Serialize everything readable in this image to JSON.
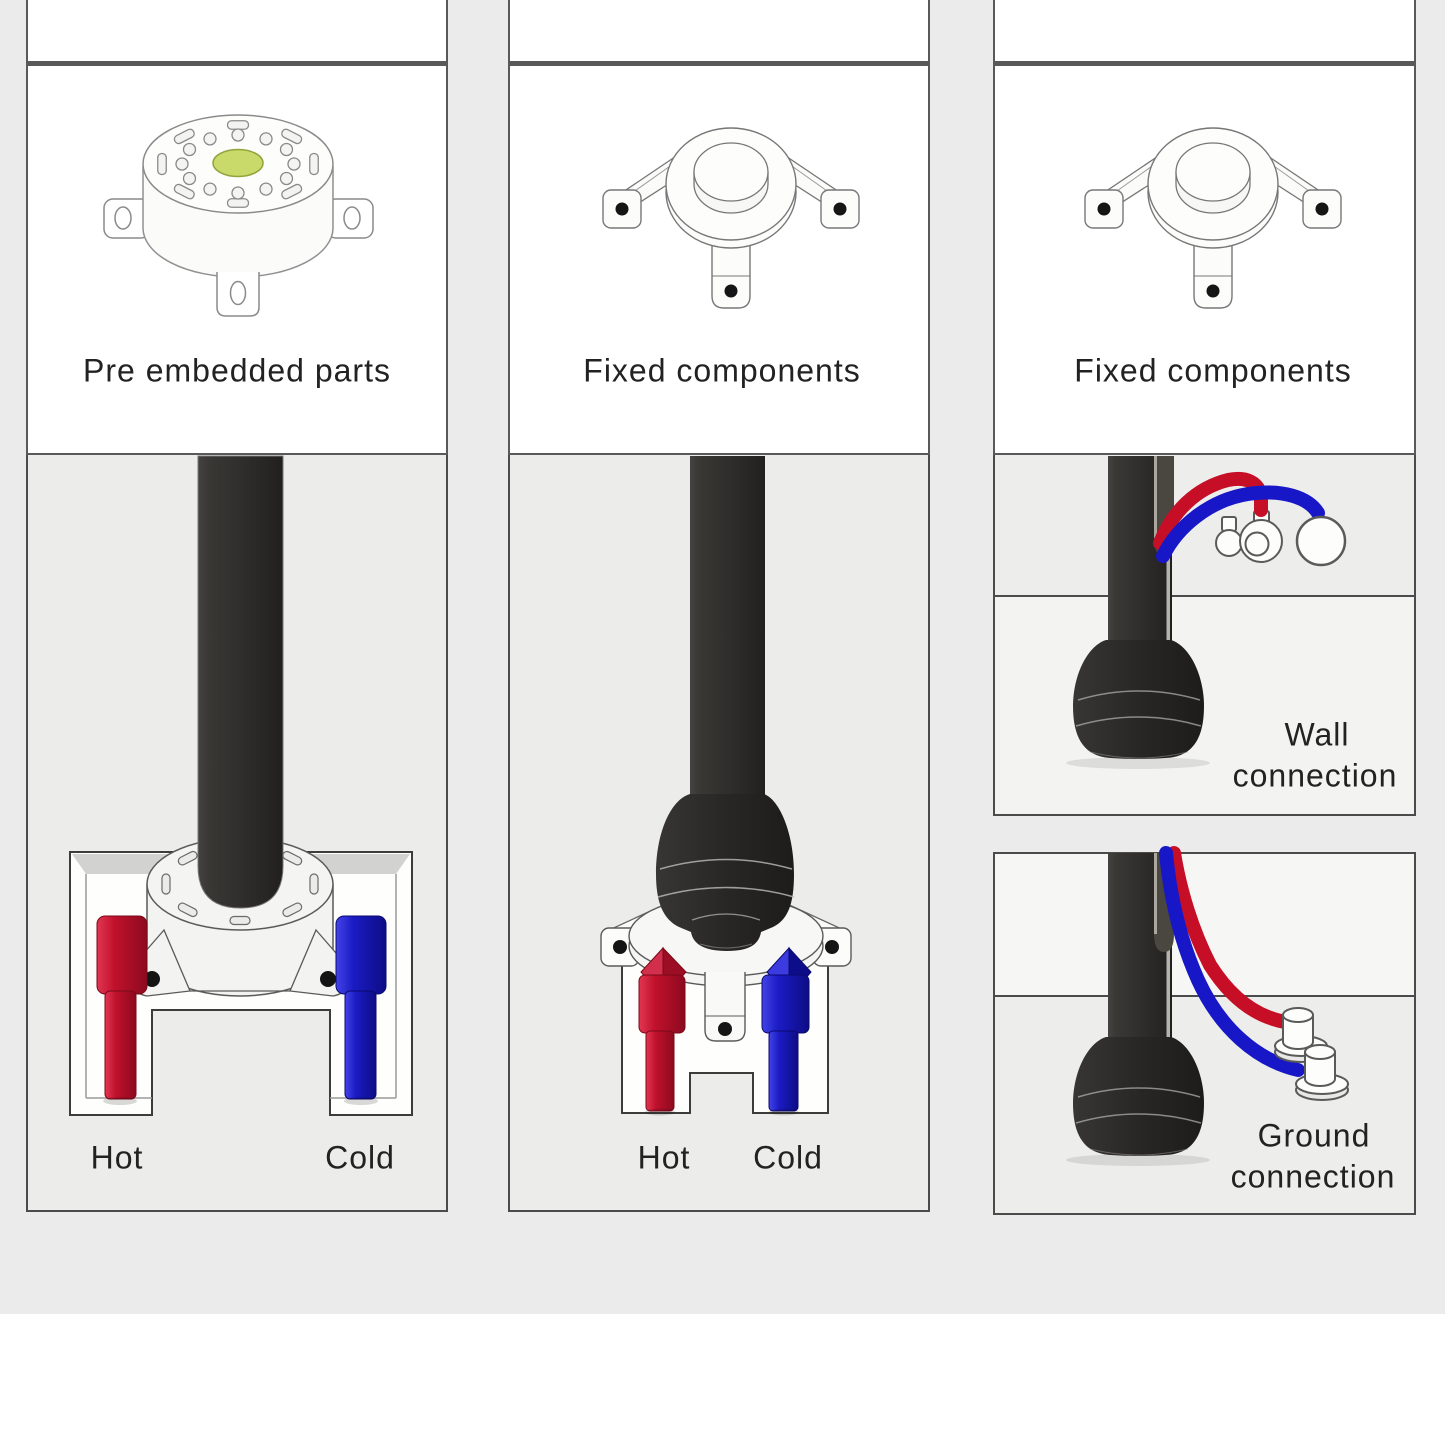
{
  "colors": {
    "hot_red": "#c0112c",
    "cold_blue": "#1b1bc4",
    "pipe_dark": "#2f2d2a",
    "divider_gray": "#59595a",
    "accent_green": "#c9d96a",
    "panel_gray": "#ececeb",
    "text": "#222222"
  },
  "columns": [
    {
      "id": "pre-embedded",
      "caption": "Pre embedded parts",
      "pipes": {
        "hot": "Hot",
        "cold": "Cold"
      }
    },
    {
      "id": "fixed-components",
      "caption": "Fixed components",
      "pipes": {
        "hot": "Hot",
        "cold": "Cold"
      }
    },
    {
      "id": "connections",
      "caption": "Fixed components",
      "wall": {
        "line1": "Wall",
        "line2": "connection"
      },
      "ground": {
        "line1": "Ground",
        "line2": "connection"
      }
    }
  ]
}
